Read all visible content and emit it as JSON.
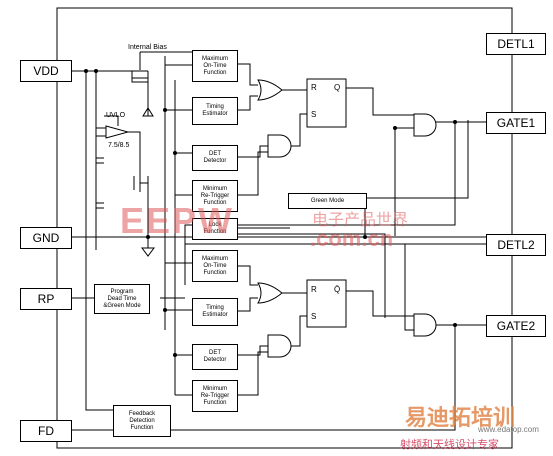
{
  "pins": {
    "vdd": "VDD",
    "gnd": "GND",
    "rp": "RP",
    "fd": "FD",
    "detl1": "DETL1",
    "gate1": "GATE1",
    "detl2": "DETL2",
    "gate2": "GATE2"
  },
  "labels": {
    "internal_bias": "Internal Bias",
    "uvlo": "UVLO",
    "uvlo_levels": "7.5/8.5",
    "r": "R",
    "s": "S",
    "q": "Q",
    "qbar": "Q̄"
  },
  "blocks": {
    "max_on_time_1": "Maximum\nOn-Time\nFunction",
    "timing_estimator_1": "Timing\nEstimator",
    "det_detector_1": "DET\nDetector",
    "min_retrigger_1": "Minimum\nRe-Trigger\nFunction",
    "green_mode": "Green Mode",
    "lock_function": "Lock\nFunction",
    "max_on_time_2": "Maximum\nOn-Time\nFunction",
    "timing_estimator_2": "Timing\nEstimator",
    "det_detector_2": "DET\nDetector",
    "min_retrigger_2": "Minimum\nRe-Trigger\nFunction",
    "program_dead_time": "Program\nDead Time\n&Green Mode",
    "feedback_detection": "Feedback\nDetection\nFunction"
  },
  "watermarks": {
    "eepw": "EEPW",
    "com_cn": ".com.cn",
    "cn_title": "电子产品世界",
    "yidi": "易迪拓培训",
    "yidi_sub": "射频和天线设计专家",
    "site": "www.edatop.com"
  }
}
